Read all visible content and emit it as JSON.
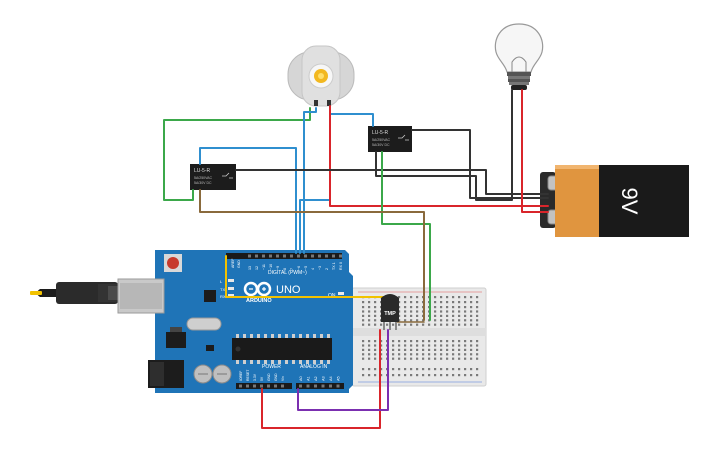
{
  "components": {
    "battery": {
      "label": "9V"
    },
    "relay_left": {
      "name": "LU-5-R",
      "line1": "5A/250VAC",
      "line2": "5A/30V DC"
    },
    "relay_right": {
      "name": "LU-5-R",
      "line1": "5A/250VAC",
      "line2": "5A/30V DC"
    },
    "sensor": {
      "label": "TMP"
    },
    "arduino": {
      "brand": "ARDUINO",
      "model": "UNO",
      "digital_label": "DIGITAL (PWM~)",
      "analog_label": "ANALOG IN",
      "power_label": "POWER",
      "on_label": "ON",
      "aref_label": "AREF",
      "gnd_label": "GND",
      "tx_label": "TX",
      "rx_label": "RX",
      "l_label": "L",
      "digital_pins": [
        "13",
        "12",
        "~11",
        "~10",
        "~9",
        "8",
        "7",
        "~6",
        "~5",
        "4",
        "~3",
        "2",
        "TX 1",
        "RX 0"
      ],
      "power_pins": [
        "IOREF",
        "RESET",
        "3.3V",
        "5V",
        "GND",
        "GND",
        "Vin"
      ],
      "analog_pins": [
        "A0",
        "A1",
        "A2",
        "A3",
        "A4",
        "A5"
      ]
    }
  },
  "colors": {
    "wire_green": "#3ba84a",
    "wire_blue": "#2f8fcf",
    "wire_red": "#d9252b",
    "wire_black": "#333333",
    "wire_brown": "#8a6a3c",
    "wire_yellow": "#f2c200",
    "wire_purple": "#7b2fb0",
    "board": "#1f74b7",
    "battery_orange": "#e0953f"
  }
}
